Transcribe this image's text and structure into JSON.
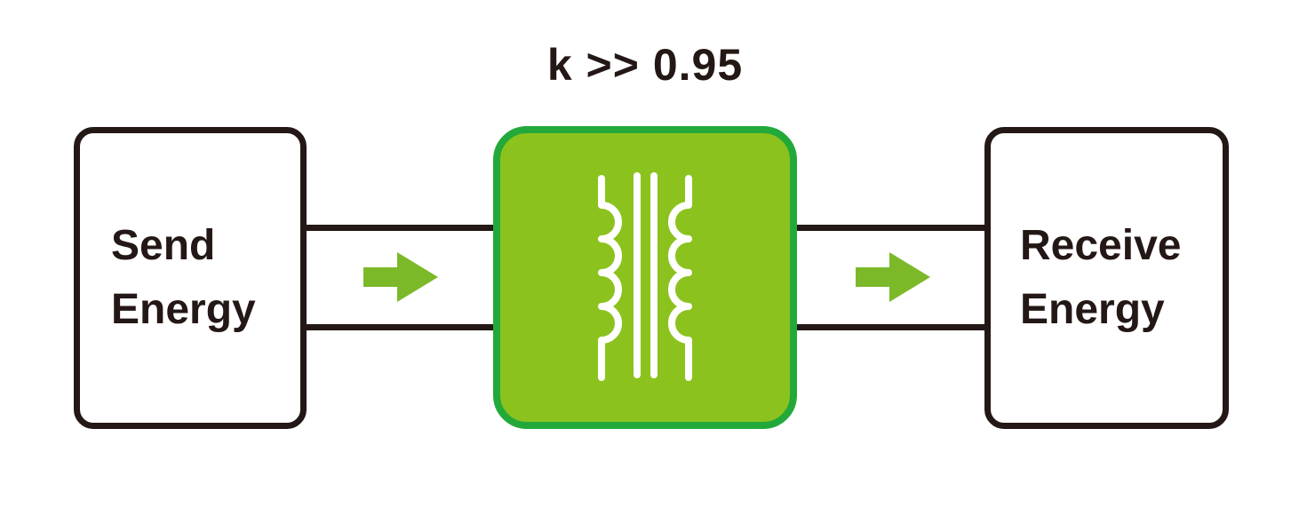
{
  "coupling_label": "k >> 0.95",
  "boxes": {
    "send": {
      "label": "Send\nEnergy"
    },
    "receive": {
      "label": "Receive\nEnergy"
    }
  },
  "coupler": {
    "icon": "transformer-coil-icon",
    "description": "inductive coupling transformer symbol"
  },
  "flow": {
    "icon": "right-arrow-icon",
    "direction": "right"
  },
  "colors": {
    "ink": "#231815",
    "coupler_fill_green": "#8cc21e",
    "coupler_border_green": "#22a93a",
    "arrow_green": "#7bb929",
    "background": "#ffffff",
    "symbol_white": "#ffffff"
  }
}
